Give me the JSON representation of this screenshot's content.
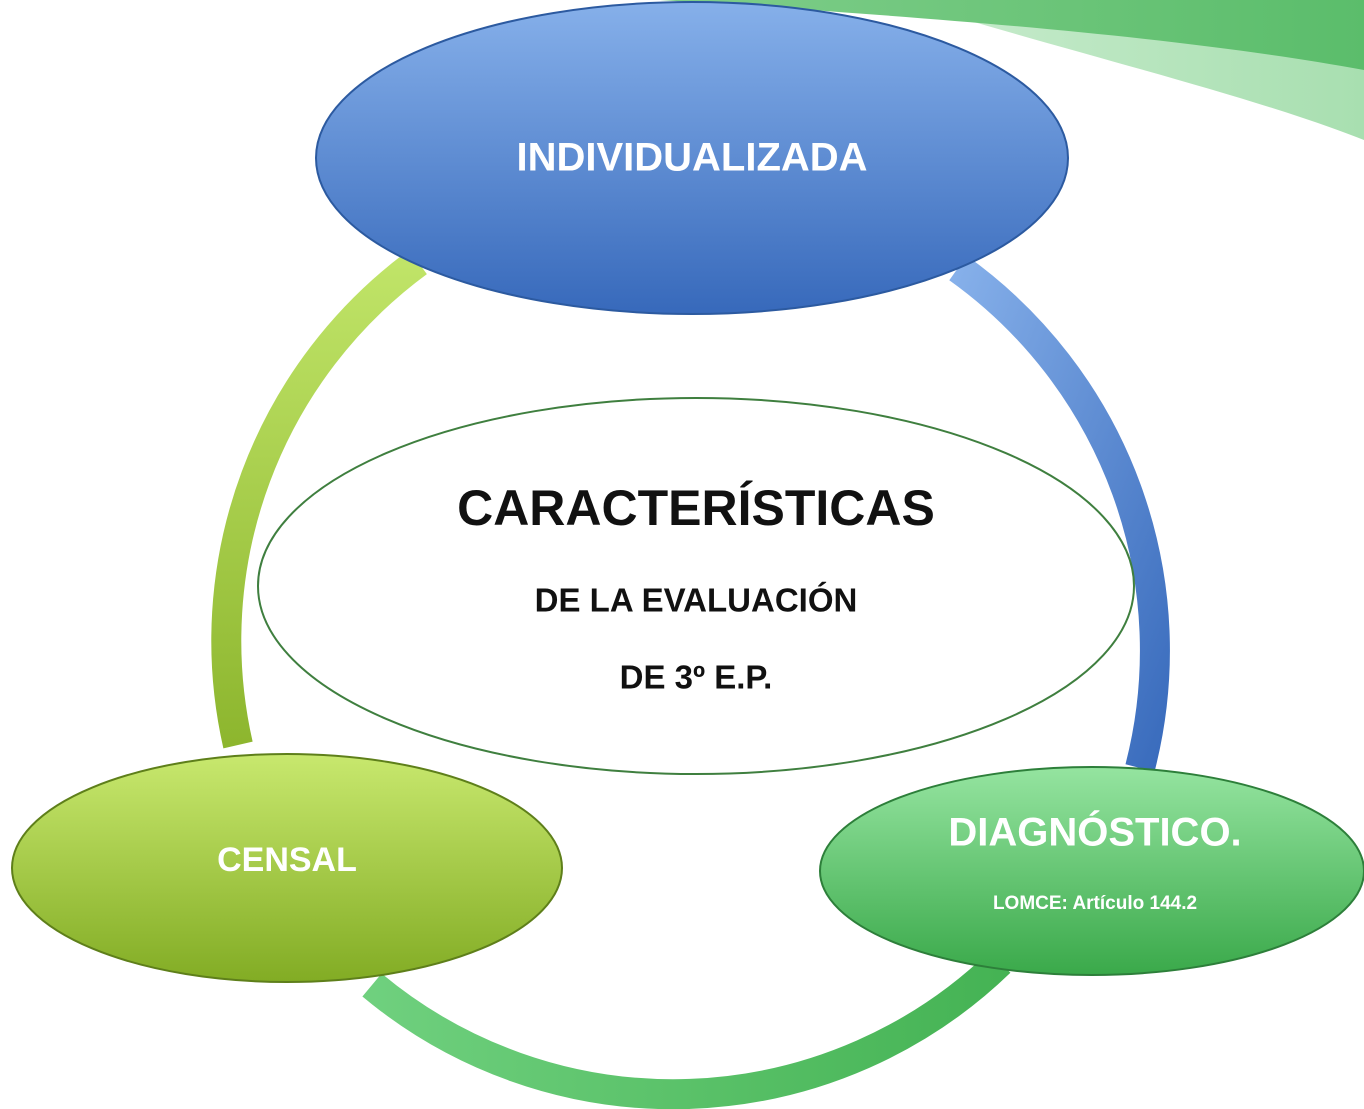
{
  "center": {
    "title": "CARACTERÍSTICAS",
    "line2": "DE LA EVALUACIÓN",
    "line3": "DE 3º E.P."
  },
  "nodes": {
    "individualizada": {
      "label": "INDIVIDUALIZADA"
    },
    "censal": {
      "label": "CENSAL"
    },
    "diagnostico": {
      "label": "DIAGNÓSTICO.",
      "sublabel": "LOMCE: Artículo 144.2"
    }
  },
  "colors": {
    "blue_top": "#7fa9e6",
    "blue_bottom": "#3a6fbf",
    "blue_stroke": "#2c5aa0",
    "lime_top": "#c2e46a",
    "lime_bottom": "#86b028",
    "lime_stroke": "#5e7f1a",
    "green_top": "#8fe09a",
    "green_bottom": "#3fae4e",
    "green_stroke": "#2d7f3a",
    "center_stroke": "#3f7f3f",
    "corner_green": "#6cc47a"
  }
}
